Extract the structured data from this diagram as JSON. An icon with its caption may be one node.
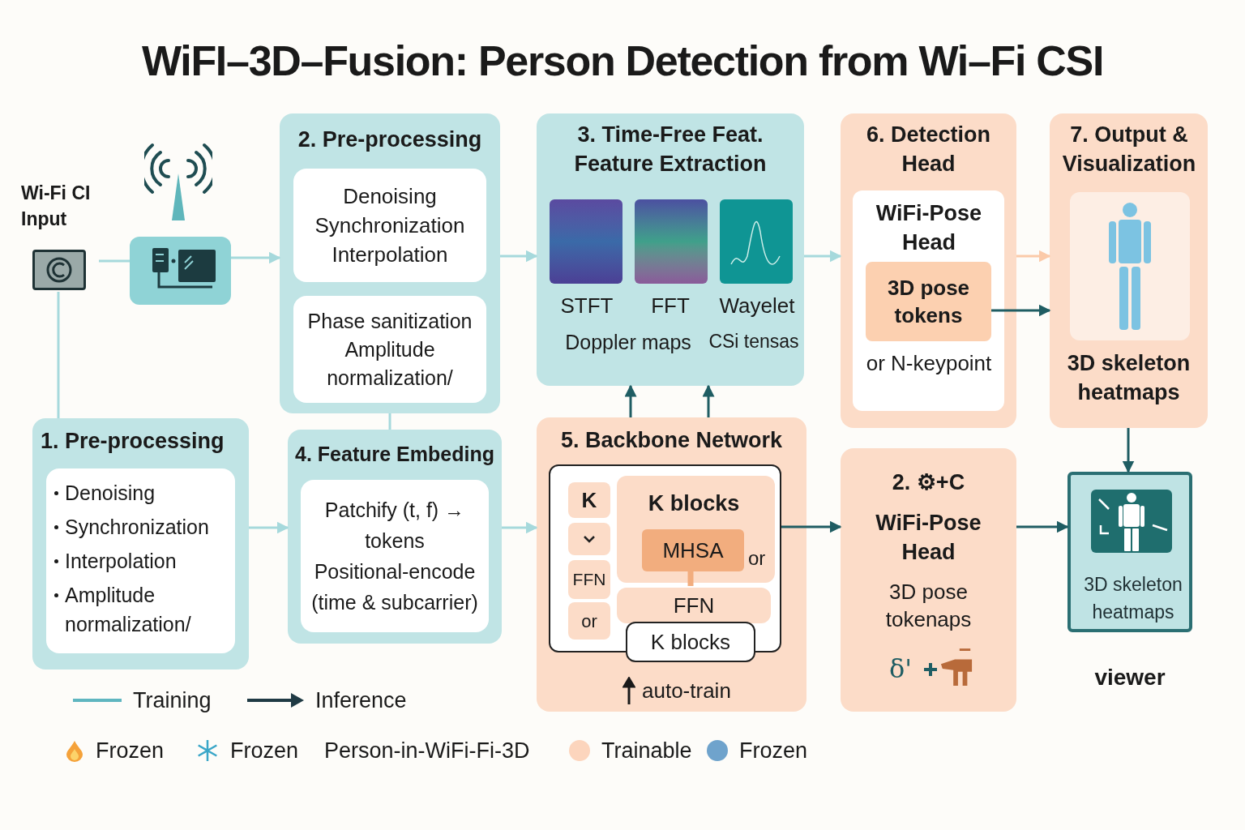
{
  "diagram": {
    "title": "WiFI–3D–Fusion: Person Detection from Wi–Fi CSI",
    "nodes": [
      {
        "text": [
          "Wi-Fi CI Input"
        ]
      },
      {
        "text": [],
        "shape": "picture"
      },
      {
        "text": [
          "2. Pre-processing"
        ]
      },
      {
        "text": [
          "Denoising Synchronization Interpolation"
        ],
        "in": 2
      },
      {
        "text": [
          "Phase sanitization Amplitude normalization/"
        ],
        "in": 2
      },
      {
        "text": [
          "3. Time-Free Feat. Feature Extraction",
          "STFT",
          "FFT",
          "Wayelet",
          "Doppler maps",
          "CSi tensas"
        ]
      },
      {
        "text": [
          "6. Detection Head"
        ]
      },
      {
        "text": [
          "WiFi-Pose Head",
          "or N-keypoint"
        ],
        "in": 6
      },
      {
        "text": [
          "3D pose tokens"
        ],
        "in": 7
      },
      {
        "text": [
          "7. Output & Visualization",
          "3D skeleton heatmaps"
        ]
      },
      {
        "text": [],
        "shape": "picture",
        "in": 9
      },
      {
        "text": [
          "1. Pre-processing"
        ]
      },
      {
        "text": [
          "Denoising",
          "Synchronization",
          "Interpolation",
          "Amplitude normalization/"
        ],
        "in": 11
      },
      {
        "text": [
          "4. Feature Embeding"
        ]
      },
      {
        "text": [
          "Patchify (t, f) → tokens",
          "Positional-encode",
          "(time & subcarrier)"
        ],
        "in": 13
      },
      {
        "text": [
          "5. Backbone Network",
          "auto-train"
        ]
      },
      {
        "text": [],
        "shape": "box",
        "in": 15
      },
      {
        "text": [
          "K"
        ],
        "in": 16
      },
      {
        "text": [],
        "shape": "box",
        "in": 16
      },
      {
        "text": [
          "FFN"
        ],
        "in": 16
      },
      {
        "text": [
          "or"
        ],
        "in": 16
      },
      {
        "text": [
          "K blocks",
          "or"
        ],
        "in": 16
      },
      {
        "text": [
          "MHSA"
        ],
        "in": 21
      },
      {
        "text": [
          "FFN"
        ],
        "in": 16
      },
      {
        "text": [
          "K blocks"
        ],
        "in": 15
      },
      {
        "text": [
          "2. ⚙+C",
          "WiFi-Pose Head",
          "3D pose tokenaps",
          "δ'"
        ]
      },
      {
        "text": [
          "3D skeleton heatmaps"
        ],
        "beside": [
          "viewer"
        ]
      }
    ],
    "edges": [
      {
        "from": 0,
        "to": 1,
        "arrow": "none"
      },
      {
        "from": 1,
        "to": 2,
        "arrow": "to"
      },
      {
        "from": 2,
        "to": 5,
        "arrow": "to"
      },
      {
        "from": 5,
        "to": 6,
        "arrow": "to"
      },
      {
        "from": 6,
        "to": 9,
        "arrow": "to",
        "color": "#fbcaa9"
      },
      {
        "from": 8,
        "to": 9,
        "arrow": "to",
        "color": "#1f5d63"
      },
      {
        "from": 2,
        "to": 13,
        "arrow": "none"
      },
      {
        "from": 0,
        "to": 11,
        "arrow": "none"
      },
      {
        "from": 11,
        "to": 13,
        "arrow": "to"
      },
      {
        "from": 13,
        "to": 15,
        "arrow": "to"
      },
      {
        "from": 15,
        "to": 5,
        "arrow": "to",
        "color": "#1f5d63"
      },
      {
        "from": 15,
        "to": 5,
        "arrow": "to",
        "color": "#1f5d63"
      },
      {
        "from": 16,
        "to": 25,
        "arrow": "to",
        "color": "#1f5d63"
      },
      {
        "from": 25,
        "to": 26,
        "arrow": "to",
        "color": "#1f5d63"
      },
      {
        "from": 9,
        "to": 26,
        "arrow": "to",
        "color": "#1f5d63"
      },
      {
        "from": 22,
        "to": 23,
        "arrow": "none",
        "color": "#f2ad7e",
        "style": "thick"
      }
    ],
    "labels": [
      "Person-in-WiFi-Fi-3D"
    ],
    "legend": [
      {
        "text": "Training"
      },
      {
        "text": "Inference"
      },
      {
        "text": "Frozen"
      },
      {
        "text": "Frozen"
      },
      {
        "text": "Trainable",
        "color": "#fcd5bd"
      },
      {
        "text": "Frozen",
        "color": "#6fa3cc"
      }
    ]
  }
}
